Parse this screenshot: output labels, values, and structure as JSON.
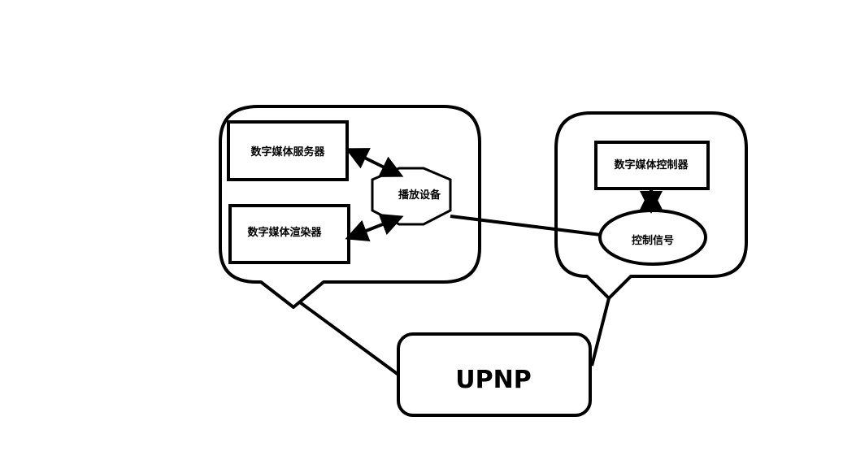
{
  "diagram": {
    "left_group": {
      "server_label": "数字媒体服务器",
      "renderer_label": "数字媒体渲染器",
      "player_label": "播放设备"
    },
    "right_group": {
      "controller_label": "数字媒体控制器",
      "signal_label": "控制信号"
    },
    "upnp_label": "UPNP"
  },
  "colors": {
    "stroke": "#000000",
    "background": "#ffffff"
  }
}
